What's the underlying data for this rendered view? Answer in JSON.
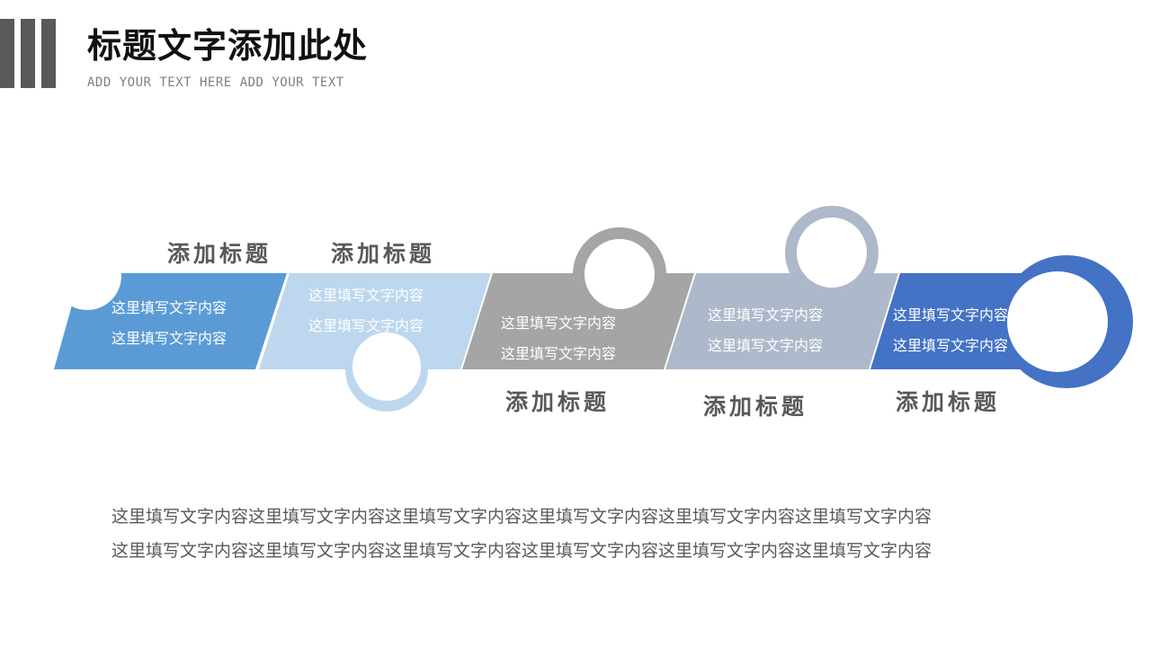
{
  "header": {
    "title": "标题文字添加此处",
    "subtitle": "ADD YOUR TEXT HERE ADD YOUR TEXT"
  },
  "colors": {
    "seg1": "#5b9bd5",
    "seg2": "#bdd7ee",
    "seg3": "#a5a5a5",
    "seg4": "#adb9ca",
    "seg5": "#4472c4",
    "title_gray": "#595959"
  },
  "segments": [
    {
      "title": "添加标题",
      "line1": "这里填写文字内容",
      "line2": "这里填写文字内容"
    },
    {
      "title": "添加标题",
      "line1": "这里填写文字内容",
      "line2": "这里填写文字内容"
    },
    {
      "title": "添加标题",
      "line1": "这里填写文字内容",
      "line2": "这里填写文字内容"
    },
    {
      "title": "添加标题",
      "line1": "这里填写文字内容",
      "line2": "这里填写文字内容"
    },
    {
      "title": "添加标题",
      "line1": "这里填写文字内容",
      "line2": "这里填写文字内容"
    }
  ],
  "body": {
    "line1": "这里填写文字内容这里填写文字内容这里填写文字内容这里填写文字内容这里填写文字内容这里填写文字内容",
    "line2": "这里填写文字内容这里填写文字内容这里填写文字内容这里填写文字内容这里填写文字内容这里填写文字内容"
  }
}
